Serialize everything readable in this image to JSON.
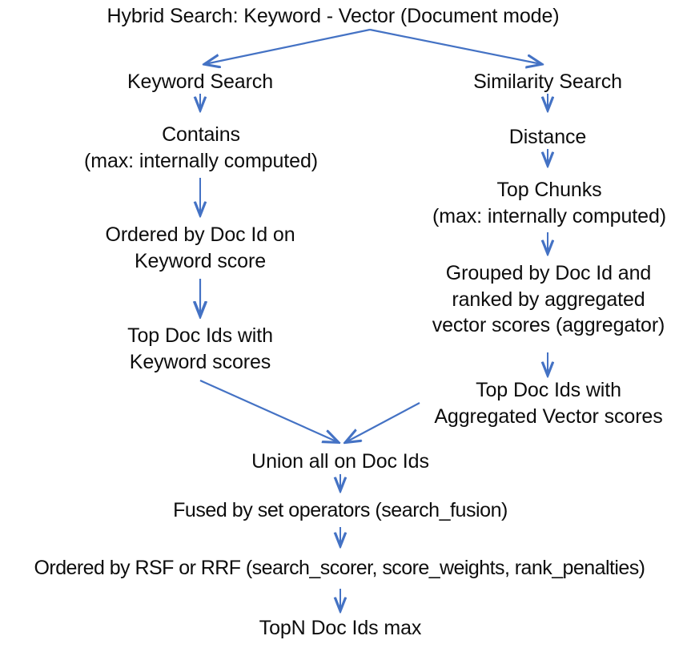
{
  "diagram": {
    "title": "Hybrid Search: Keyword - Vector (Document mode)",
    "accent_color": "#4472C4",
    "text_color": "#0D0D0D",
    "background_color": "#FFFFFF",
    "nodes": {
      "title": "Hybrid Search: Keyword - Vector (Document mode)",
      "keyword_search": "Keyword Search",
      "contains": "Contains\n(max: internally computed)",
      "ordered_by_doc_id": "Ordered by Doc Id on\nKeyword score",
      "top_doc_ids_keyword": "Top Doc Ids with\nKeyword scores",
      "similarity_search": "Similarity Search",
      "distance": "Distance",
      "top_chunks": "Top Chunks\n(max: internally computed)",
      "grouped_by_doc_id": "Grouped by Doc Id and\nranked by aggregated\nvector scores (aggregator)",
      "top_doc_ids_vector": "Top Doc Ids with\nAggregated Vector scores",
      "union_all": "Union all on Doc Ids",
      "fused_by_set_operators": "Fused by set operators (search_fusion)",
      "ordered_by_rsf_rrf": "Ordered by RSF or RRF (search_scorer, score_weights, rank_penalties)",
      "topn_doc_ids": "TopN Doc Ids max"
    },
    "edges": [
      {
        "name": "title-to-keyword-search",
        "from": "title",
        "to": "keyword_search"
      },
      {
        "name": "title-to-similarity-search",
        "from": "title",
        "to": "similarity_search"
      },
      {
        "name": "keyword-search-to-contains",
        "from": "keyword_search",
        "to": "contains"
      },
      {
        "name": "contains-to-ordered-by-doc-id",
        "from": "contains",
        "to": "ordered_by_doc_id"
      },
      {
        "name": "ordered-by-doc-id-to-top-doc-ids-keyword",
        "from": "ordered_by_doc_id",
        "to": "top_doc_ids_keyword"
      },
      {
        "name": "similarity-search-to-distance",
        "from": "similarity_search",
        "to": "distance"
      },
      {
        "name": "distance-to-top-chunks",
        "from": "distance",
        "to": "top_chunks"
      },
      {
        "name": "top-chunks-to-grouped-by-doc-id",
        "from": "top_chunks",
        "to": "grouped_by_doc_id"
      },
      {
        "name": "grouped-by-doc-id-to-top-doc-ids-vector",
        "from": "grouped_by_doc_id",
        "to": "top_doc_ids_vector"
      },
      {
        "name": "top-doc-ids-keyword-to-union-all",
        "from": "top_doc_ids_keyword",
        "to": "union_all"
      },
      {
        "name": "top-doc-ids-vector-to-union-all",
        "from": "top_doc_ids_vector",
        "to": "union_all"
      },
      {
        "name": "union-all-to-fused",
        "from": "union_all",
        "to": "fused_by_set_operators"
      },
      {
        "name": "fused-to-ordered-by-rsf-rrf",
        "from": "fused_by_set_operators",
        "to": "ordered_by_rsf_rrf"
      },
      {
        "name": "ordered-by-rsf-rrf-to-topn",
        "from": "ordered_by_rsf_rrf",
        "to": "topn_doc_ids"
      }
    ]
  }
}
